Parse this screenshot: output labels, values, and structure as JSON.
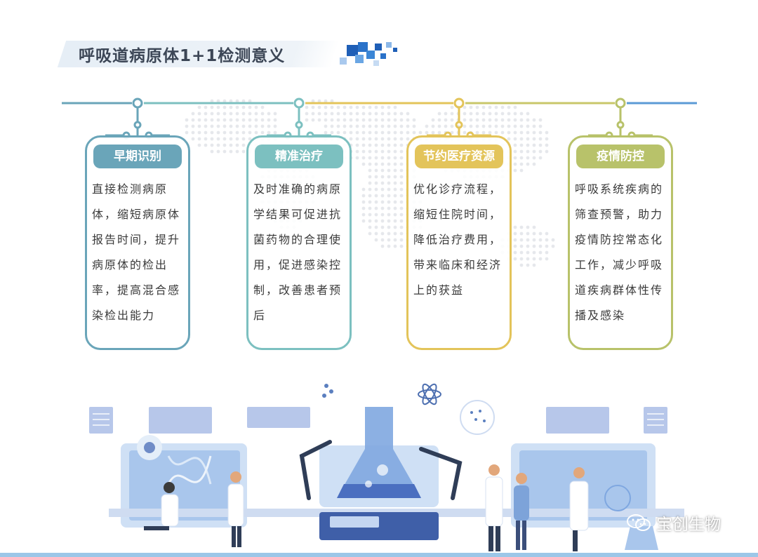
{
  "title": "呼吸道病原体1+1检测意义",
  "cards": [
    {
      "heading": "早期识别",
      "body": "直接检测病原体，缩短病原体报告时间，提升病原体的检出率，提高混合感染检出能力",
      "color": "#6aa5b9"
    },
    {
      "heading": "精准治疗",
      "body": "及时准确的病原学结果可促进抗菌药物的合理使用，促进感染控制，改善患者预后",
      "color": "#7cc0c0"
    },
    {
      "heading": "节约医疗资源",
      "body": "优化诊疗流程，缩短住院时间，降低治疗费用，带来临床和经济上的获益",
      "color": "#e3c45a"
    },
    {
      "heading": "疫情防控",
      "body": "呼吸系统疾病的筛查预警，助力疫情防控常态化工作，减少呼吸道疾病群体性传播及感染",
      "color": "#b8c26a"
    }
  ],
  "watermark": "宝创生物",
  "icons": [
    "wechat-icon"
  ]
}
